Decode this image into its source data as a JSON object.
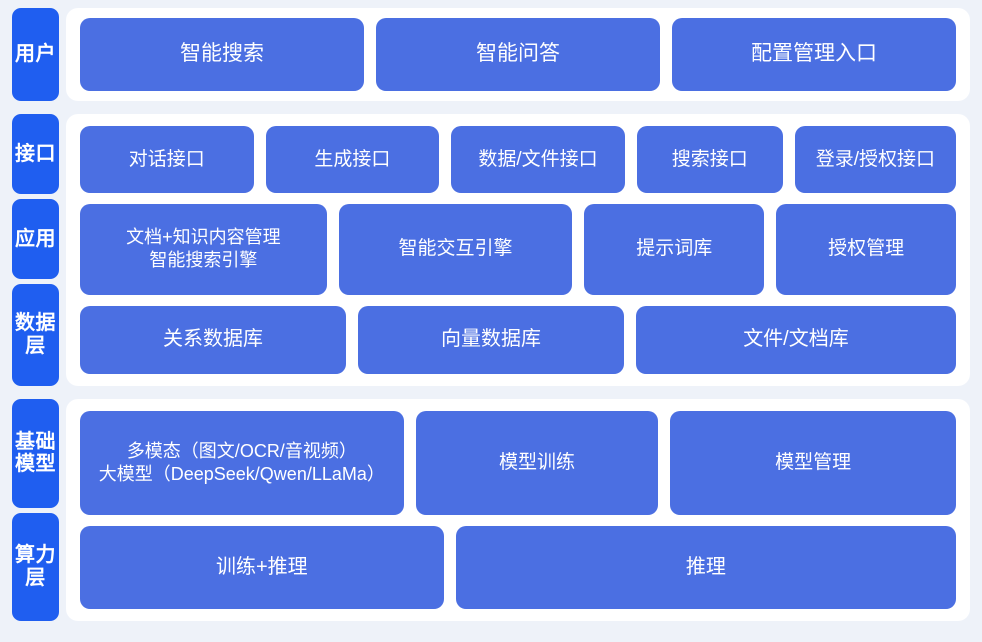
{
  "meta": {
    "title": "AI 平台分层架构图",
    "background_color": "#eef2f9",
    "panel_color": "#ffffff",
    "label_color": "#1f5ef0",
    "card_color": "#4b6fe2",
    "text_color": "#ffffff"
  },
  "bands": [
    {
      "id": "user",
      "labels": [
        "用户"
      ],
      "rows": [
        {
          "id": "user-row",
          "cards": [
            "智能搜索",
            "智能问答",
            "配置管理入口"
          ]
        }
      ]
    },
    {
      "id": "platform",
      "labels": [
        "接口",
        "应用",
        "数据层"
      ],
      "rows": [
        {
          "id": "interface-row",
          "cards": [
            "对话接口",
            "生成接口",
            "数据/文件接口",
            "搜索接口",
            "登录/授权接口"
          ]
        },
        {
          "id": "application-row",
          "cards": [
            "文档+知识内容管理\n智能搜索引擎",
            "智能交互引擎",
            "提示词库",
            "授权管理"
          ]
        },
        {
          "id": "data-row",
          "cards": [
            "关系数据库",
            "向量数据库",
            "文件/文档库"
          ]
        }
      ]
    },
    {
      "id": "foundation",
      "labels": [
        "基础模型",
        "算力层"
      ],
      "rows": [
        {
          "id": "model-row",
          "cards": [
            "多模态（图文/OCR/音视频）\n大模型（DeepSeek/Qwen/LLaMa）",
            "模型训练",
            "模型管理"
          ]
        },
        {
          "id": "compute-row",
          "cards": [
            "训练+推理",
            "推理"
          ]
        }
      ]
    }
  ]
}
